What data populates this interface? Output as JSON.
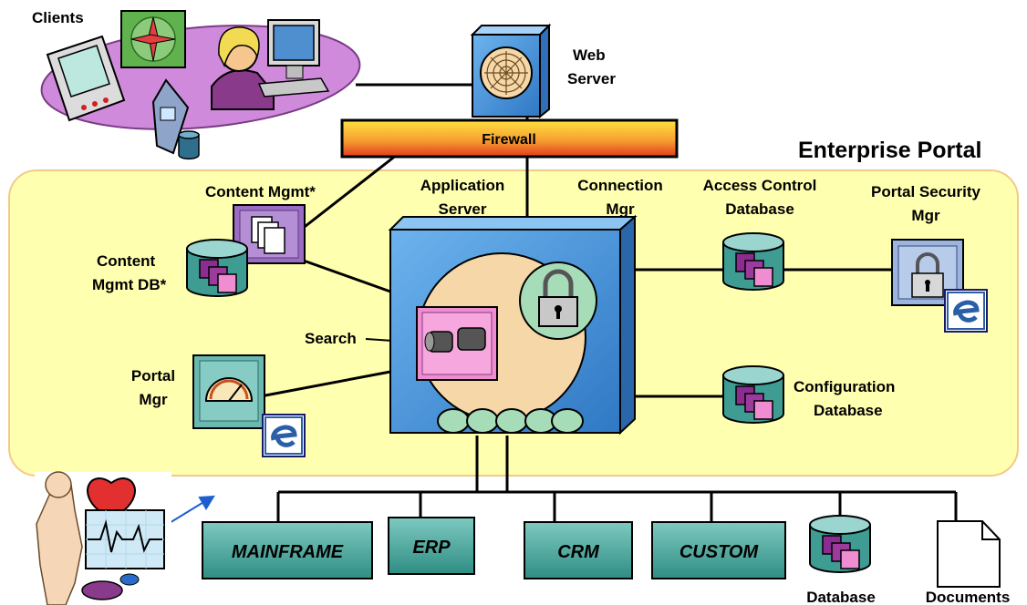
{
  "labels": {
    "clients": "Clients",
    "web_server_1": "Web",
    "web_server_2": "Server",
    "firewall": "Firewall",
    "enterprise_portal": "Enterprise Portal",
    "content_mgmt": "Content Mgmt*",
    "content_mgmt_db_1": "Content",
    "content_mgmt_db_2": "Mgmt DB*",
    "app_server_1": "Application",
    "app_server_2": "Server",
    "connection_mgr_1": "Connection",
    "connection_mgr_2": "Mgr",
    "access_control_1": "Access Control",
    "access_control_2": "Database",
    "portal_security_1": "Portal Security",
    "portal_security_2": "Mgr",
    "search": "Search",
    "portal_mgr_1": "Portal",
    "portal_mgr_2": "Mgr",
    "configuration_1": "Configuration",
    "configuration_2": "Database",
    "database": "Database",
    "documents": "Documents"
  },
  "backends": [
    "MAINFRAME",
    "ERP",
    "CRM",
    "CUSTOM"
  ],
  "colors": {
    "portal_zone": "#FFFFB0",
    "portal_border": "#F3C98A",
    "clients_ellipse": "#D08ADB",
    "teal": "#4FA79E",
    "purple_square": "#9C3A9E",
    "pink_square": "#F08CD2",
    "server_blue": "#3F8FD8",
    "server_circle": "#F5D7A8",
    "firewall_top": "#FFD23A",
    "firewall_bottom": "#E23A1E"
  },
  "icons": [
    "compass-icon",
    "pda-icon",
    "phone-icon",
    "user-at-computer-icon",
    "web-spider-icon",
    "documents-icon",
    "lock-icon",
    "binoculars-icon",
    "gauge-icon",
    "e-logo-icon",
    "database-cylinder-icon",
    "document-page-icon",
    "medical-heart-icon"
  ]
}
